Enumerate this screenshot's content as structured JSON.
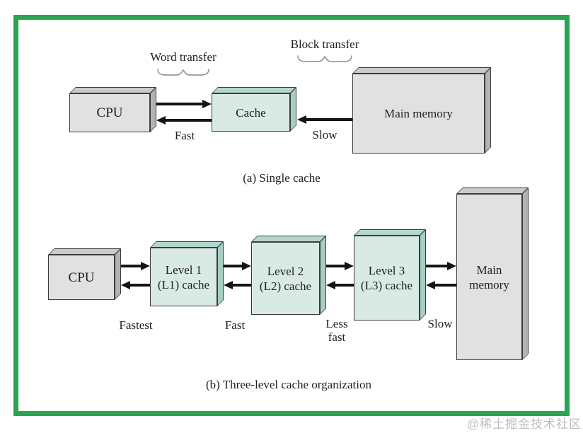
{
  "colors": {
    "frame_green": "#29a551",
    "ink": "#141414",
    "text": "#1e1e28",
    "box_outline": "#3c3c3c",
    "gray_front": "#e1e1e1",
    "gray_top": "#cacaca",
    "gray_side": "#b3b3b3",
    "teal_front": "#d9eae5",
    "teal_top": "#b4d6ce",
    "teal_side": "#a6cec5",
    "brace": "#8a8a8a",
    "watermark": "#bdbdbd"
  },
  "section_a": {
    "caption": "(a) Single cache",
    "word_transfer_label": "Word transfer",
    "block_transfer_label": "Block transfer",
    "fast_label": "Fast",
    "slow_label": "Slow",
    "cpu": "CPU",
    "cache": "Cache",
    "main_memory": "Main memory"
  },
  "section_b": {
    "caption": "(b) Three-level cache organization",
    "fastest_label": "Fastest",
    "fast_label": "Fast",
    "less_fast_lines": [
      "Less",
      "fast"
    ],
    "slow_label": "Slow",
    "cpu": "CPU",
    "l1_lines": [
      "Level 1",
      "(L1) cache"
    ],
    "l2_lines": [
      "Level 2",
      "(L2) cache"
    ],
    "l3_lines": [
      "Level 3",
      "(L3) cache"
    ],
    "main_memory_lines": [
      "Main",
      "memory"
    ]
  },
  "watermark": {
    "text": "@稀土掘金技术社区"
  }
}
